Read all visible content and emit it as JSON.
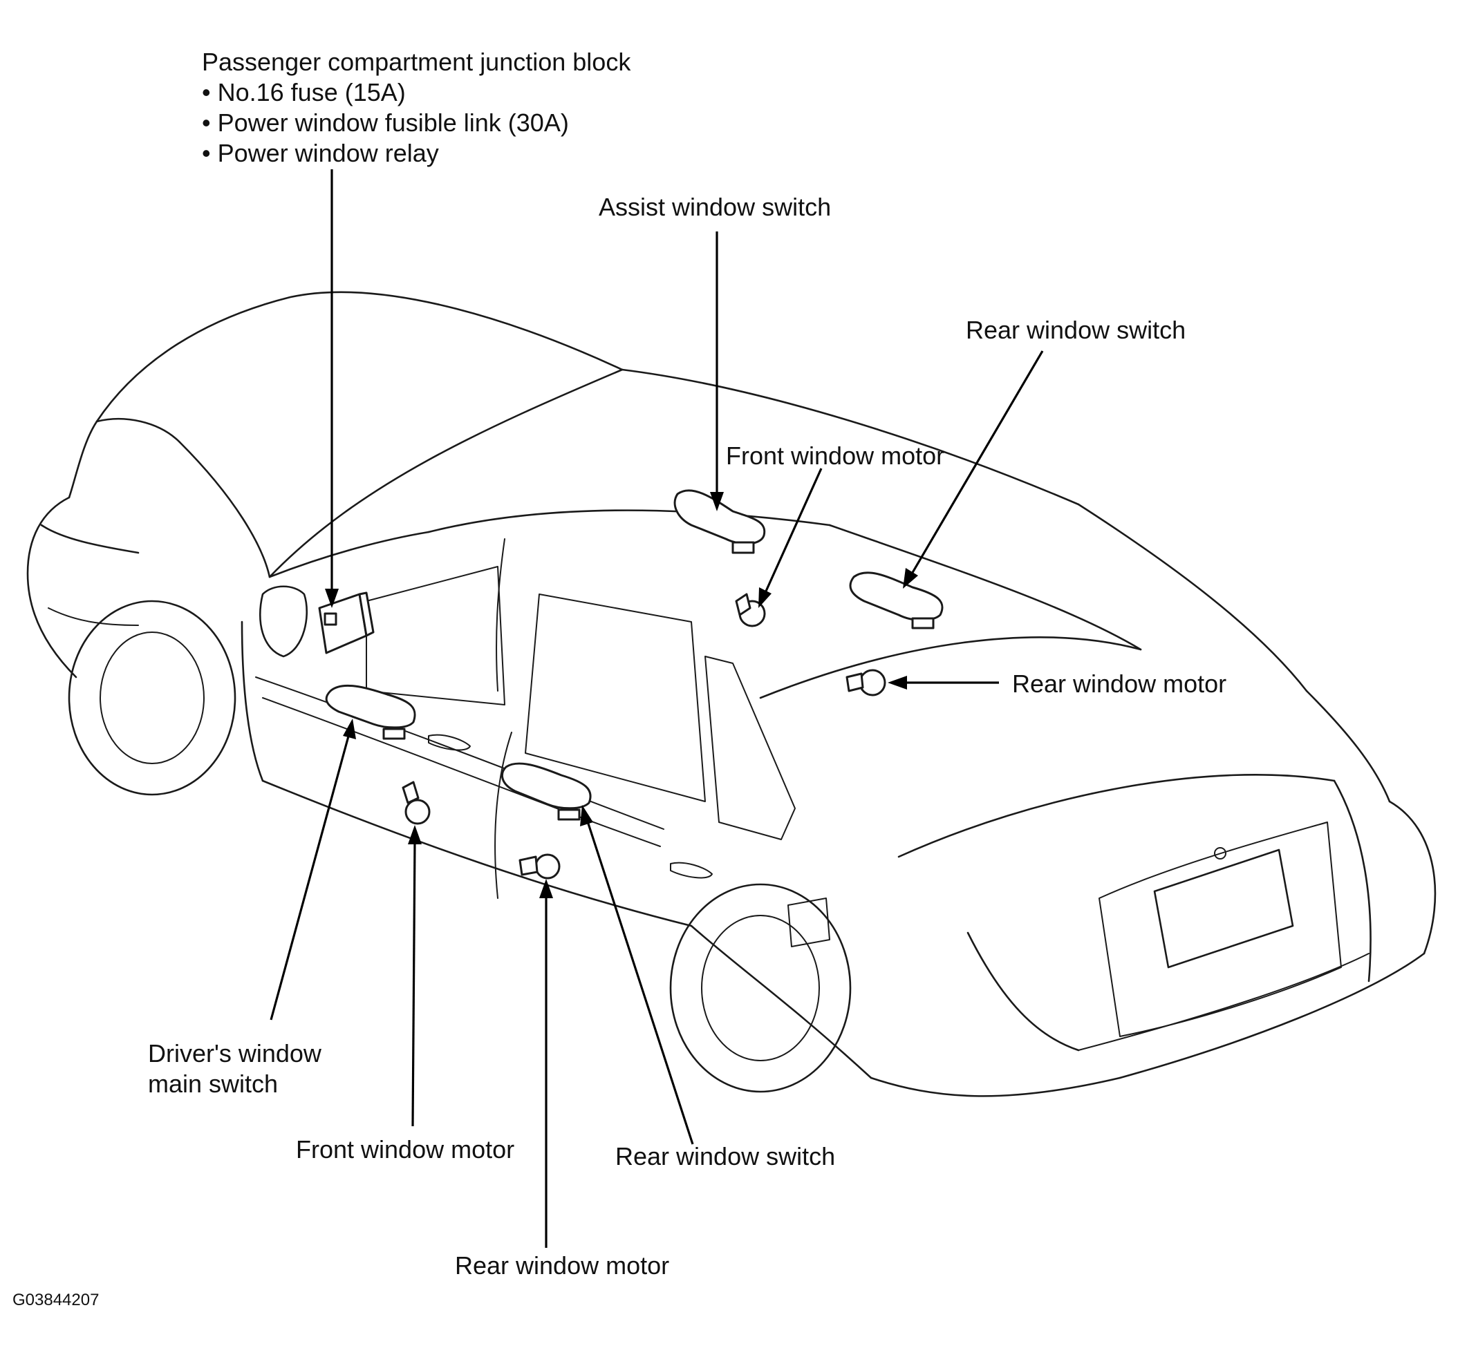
{
  "junction_block": {
    "title": "Passenger compartment junction block",
    "items": [
      "• No.16 fuse (15A)",
      "• Power window fusible link (30A)",
      "• Power window relay"
    ]
  },
  "labels": {
    "assist_window_switch": "Assist window switch",
    "rear_window_switch_right": "Rear window switch",
    "front_window_motor_right": "Front window motor",
    "rear_window_motor_right": "Rear window motor",
    "drivers_window_main_switch_line1": "Driver's window",
    "drivers_window_main_switch_line2": "main switch",
    "front_window_motor_left": "Front window motor",
    "rear_window_switch_left": "Rear window switch",
    "rear_window_motor_left": "Rear window motor"
  },
  "figure_code": "G03844207"
}
